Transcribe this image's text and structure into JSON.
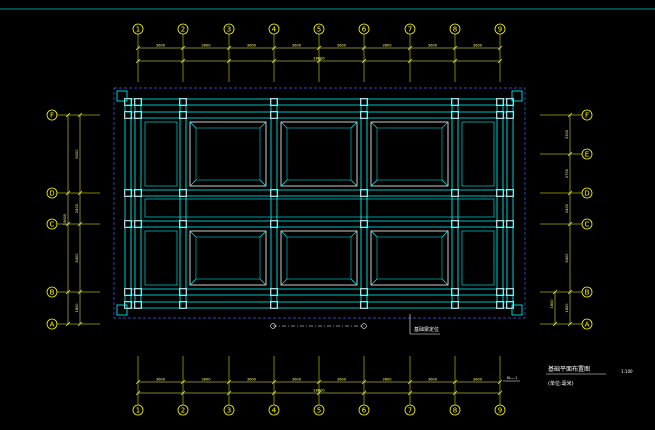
{
  "drawing": {
    "colors": {
      "background": "#000000",
      "frame_line": "#00c8c8",
      "beam": "#00ffff",
      "slab_outline": "#ffffff",
      "axis_bubble": "#ffff00",
      "dimension": "#ffff66",
      "boundary_dashed": "#3a5fff",
      "note": "#ffffff"
    },
    "column_axes": [
      "1",
      "2",
      "3",
      "4",
      "5",
      "6",
      "7",
      "8",
      "9"
    ],
    "row_axes": [
      "F",
      "E",
      "D",
      "C",
      "B",
      "A"
    ],
    "left_row_axes": [
      "F",
      "D",
      "C",
      "B",
      "A"
    ],
    "top_dimensions": [
      "3600",
      "3600",
      "3600",
      "3600",
      "3600",
      "3600",
      "3600",
      "3600"
    ],
    "top_total": "28800",
    "bottom_dimensions": [
      "3600",
      "3600",
      "3600",
      "3600",
      "3600",
      "3600",
      "3600",
      "3600"
    ],
    "bottom_total": "28800",
    "left_dimensions": [
      "6000",
      "2400",
      "5400",
      "1800"
    ],
    "left_total": "15600",
    "right_dimensions": [
      "3300",
      "2700",
      "2400",
      "5400",
      "1800"
    ],
    "right_note": "1800",
    "callout_label": "基础梁定位",
    "title_block": {
      "title": "基础平面布置图",
      "scale": "1:100",
      "subtitle": "(单位:毫米)",
      "tag": "KL—1"
    }
  }
}
